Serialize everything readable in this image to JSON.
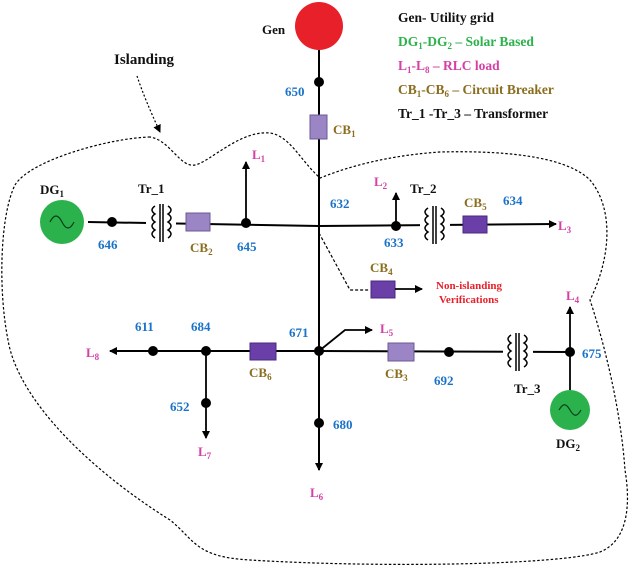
{
  "diagram": {
    "islanding_label": "Islanding",
    "gen_label": "Gen",
    "non_islanding": [
      "Non-islanding",
      "Verifications"
    ],
    "legend": {
      "gen": "Gen- Utility grid",
      "dg": {
        "a": "DG",
        "a_sub": "1",
        "mid": "-DG",
        "b_sub": "2",
        "rest": " – Solar Based"
      },
      "load": {
        "a": "L",
        "a_sub": "1",
        "mid": "-L",
        "b_sub": "8",
        "rest": " – RLC load"
      },
      "cb": {
        "a": "CB",
        "a_sub": "1",
        "mid": "-CB",
        "b_sub": "6",
        "rest": " – Circuit Breaker"
      },
      "tr": "Tr_1 -Tr_3 – Transformer"
    },
    "buses": {
      "b650": "650",
      "b632": "632",
      "b633": "633",
      "b634": "634",
      "b645": "645",
      "b646": "646",
      "b671": "671",
      "b684": "684",
      "b611": "611",
      "b652": "652",
      "b680": "680",
      "b692": "692",
      "b675": "675"
    },
    "loads": {
      "L1": {
        "base": "L",
        "sub": "1"
      },
      "L2": {
        "base": "L",
        "sub": "2"
      },
      "L3": {
        "base": "L",
        "sub": "3"
      },
      "L4": {
        "base": "L",
        "sub": "4"
      },
      "L5": {
        "base": "L",
        "sub": "5"
      },
      "L6": {
        "base": "L",
        "sub": "6"
      },
      "L7": {
        "base": "L",
        "sub": "7"
      },
      "L8": {
        "base": "L",
        "sub": "8"
      }
    },
    "breakers": {
      "CB1": {
        "base": "CB",
        "sub": "1"
      },
      "CB2": {
        "base": "CB",
        "sub": "2"
      },
      "CB3": {
        "base": "CB",
        "sub": "3"
      },
      "CB4": {
        "base": "CB",
        "sub": "4"
      },
      "CB5": {
        "base": "CB",
        "sub": "5"
      },
      "CB6": {
        "base": "CB",
        "sub": "6"
      }
    },
    "transformers": {
      "tr1": "Tr_1",
      "tr2": "Tr_2",
      "tr3": "Tr_3"
    },
    "dgs": {
      "dg1": {
        "base": "DG",
        "sub": "1"
      },
      "dg2": {
        "base": "DG",
        "sub": "2"
      }
    },
    "colors": {
      "line": "#000000",
      "bus_label": "#1a73c9",
      "load": "#d63fa6",
      "cb_label": "#8a6d1e",
      "cb1_fill": "#9b85c4",
      "cb_fill": "#6a3fa8",
      "gen": "#e8202a",
      "dg": "#2bb24c",
      "red_text": "#e8202a"
    }
  }
}
